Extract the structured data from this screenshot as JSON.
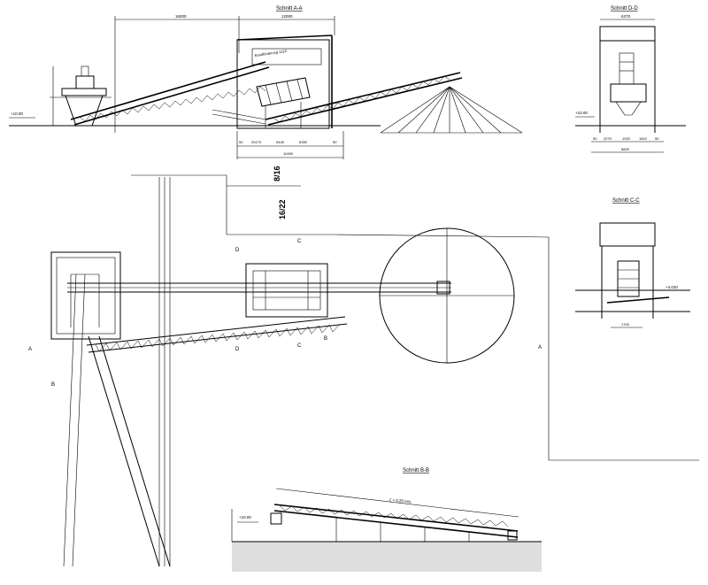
{
  "sections": {
    "aa": {
      "title": "Schnitt A-A"
    },
    "dd": {
      "title": "Schnitt D-D"
    },
    "cc": {
      "title": "Schnitt C-C"
    },
    "bb": {
      "title": "Schnitt B-B"
    }
  },
  "dims": {
    "aa_top1": "16000",
    "aa_top2": "12000",
    "aa_b1": "50",
    "aa_b2": "20170",
    "aa_b3": "5445",
    "aa_b4": "6350",
    "aa_b5": "50",
    "aa_b6": "10400",
    "aa_level": "+10.00",
    "aa_conveyor": "Bandförderung 1210",
    "dd_top": "6270",
    "dd_b1": "50",
    "dd_b2": "2270",
    "dd_b3": "1920",
    "dd_b4": "1610",
    "dd_b5": "50",
    "dd_total": "6820",
    "dd_level": "+10.00",
    "cc_level": "+4.020",
    "cc_b1": "1700",
    "bb_level": "+10.00",
    "bb_slope": "ζ = 4.20 m/s"
  },
  "plan": {
    "label1": "8/16",
    "label2": "16/22",
    "marker_a_left": "A",
    "marker_a_right": "A",
    "marker_b": "B",
    "marker_b2": "B",
    "marker_c": "C",
    "marker_c2": "C",
    "marker_d": "D",
    "marker_d2": "D"
  }
}
